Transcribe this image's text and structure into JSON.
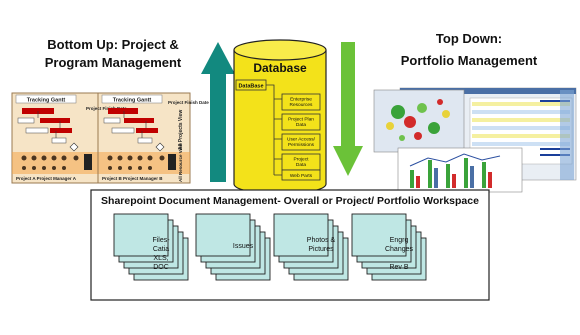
{
  "left_title": {
    "line1": "Bottom Up: Project &",
    "line2": "Program Management"
  },
  "right_title": {
    "line1": "Top Down:",
    "line2": "Portfolio Management"
  },
  "database": {
    "label": "Database",
    "tree_root": "DataBase",
    "items": [
      "Enterprise Resources",
      "Project Plan Data",
      "User Access/ Permissions",
      "Project Data",
      "Web Parts"
    ]
  },
  "gantt": {
    "chart_title": "Tracking Gantt",
    "side_label_left": "Project Finish Date",
    "side_label_right": "All Projects View",
    "side_label_bottom": "All Resource View",
    "footer_a": "Project A  Project Manager A",
    "footer_b": "Project B  Project Manager B"
  },
  "sharepoint": {
    "title": "Sharepoint Document Management- Overall or Project/ Portfolio Workspace",
    "stacks": [
      {
        "lines": [
          "Files-",
          "Catia",
          "XLS,",
          "DOC"
        ]
      },
      {
        "lines": [
          "Issues"
        ]
      },
      {
        "lines": [
          "Photos &",
          "Pictures"
        ]
      },
      {
        "lines": [
          "Engrg",
          "Changes",
          "",
          "Rev B"
        ]
      }
    ]
  },
  "colors": {
    "arrow_up": "#12897f",
    "arrow_down": "#6bc238",
    "database_fill": "#f3e21a",
    "stack_fill": "#bfe7e4",
    "gantt_bar": "#c00000",
    "gantt_bg": "#f6e4c6",
    "gantt_row": "#f4a64d"
  }
}
